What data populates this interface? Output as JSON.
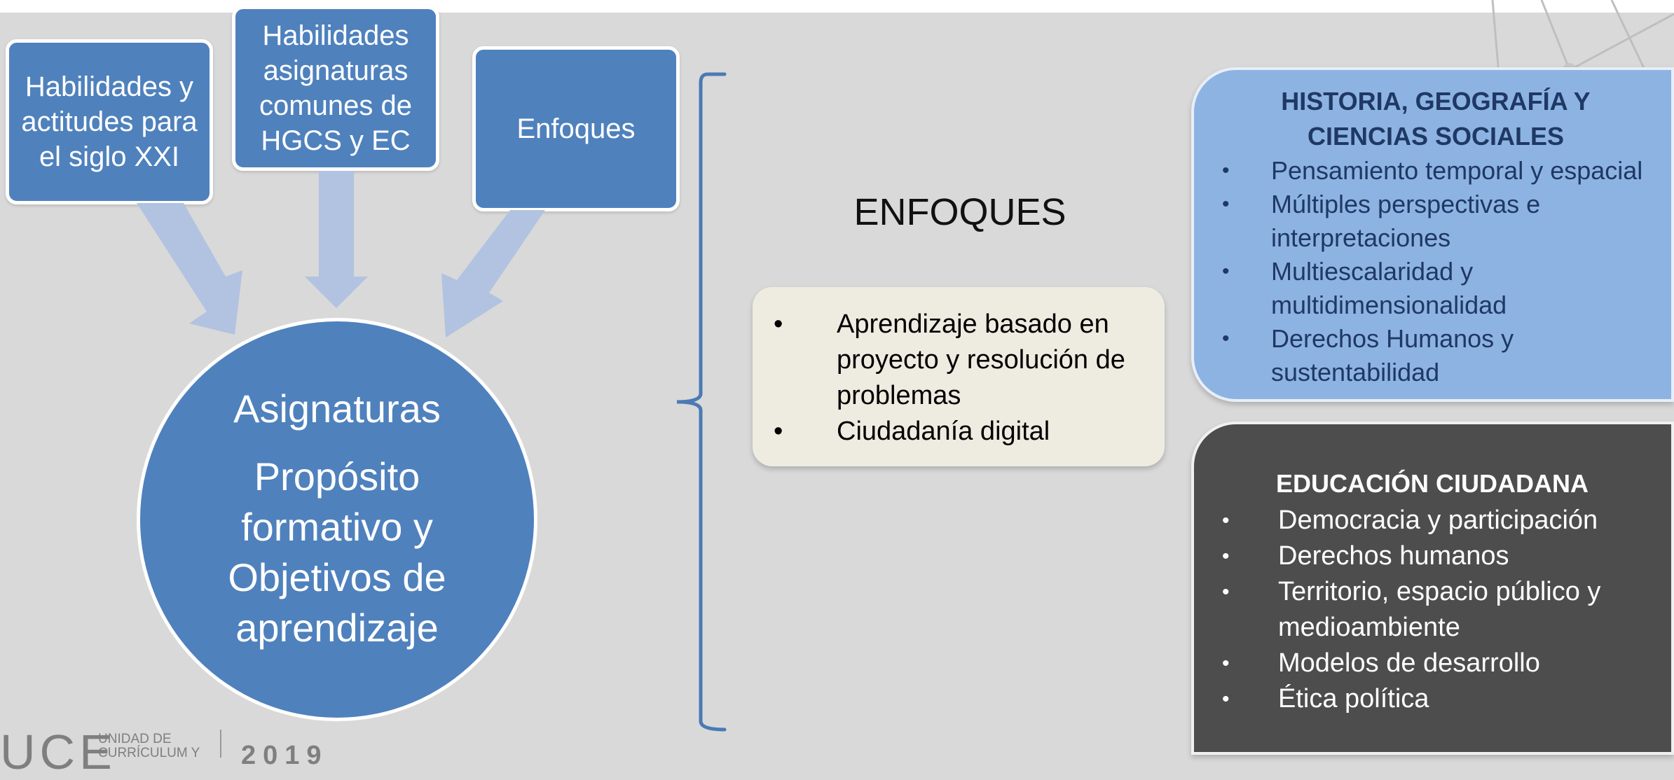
{
  "boxes": [
    {
      "label": "Habilidades y\nactitudes para\nel siglo XXI"
    },
    {
      "label": "Habilidades\nasignaturas\ncomunes de\nHGCS y EC"
    },
    {
      "label": "Enfoques"
    }
  ],
  "circle": {
    "title": "Asignaturas",
    "subtitle": "Propósito\nformativo y\nObjetivos de\naprendizaje"
  },
  "enfoques": {
    "title": "ENFOQUES",
    "items": [
      "Aprendizaje basado en proyecto y resolución de problemas",
      "Ciudadanía digital"
    ]
  },
  "historia": {
    "title": "HISTORIA, GEOGRAFÍA Y\nCIENCIAS SOCIALES",
    "items": [
      "Pensamiento temporal y espacial",
      "Múltiples perspectivas e interpretaciones",
      "Multiescalaridad y multidimensionalidad",
      "Derechos Humanos y sustentabilidad"
    ]
  },
  "ciudadana": {
    "title": "EDUCACIÓN CIUDADANA",
    "items": [
      "Democracia y participación",
      "Derechos humanos",
      "Territorio, espacio público y medioambiente",
      "Modelos de desarrollo",
      "Ética política"
    ]
  },
  "logo": {
    "acronym": "UCE",
    "unit": "UNIDAD DE\nCURRÍCULUM Y",
    "year": "2019"
  },
  "colors": {
    "background": "#d9d9d9",
    "primary_blue": "#4f81bd",
    "light_blue": "#8db3e2",
    "arrow": "#b1c3e0",
    "cream": "#eeece1",
    "dark_gray": "#4d4d4d"
  }
}
